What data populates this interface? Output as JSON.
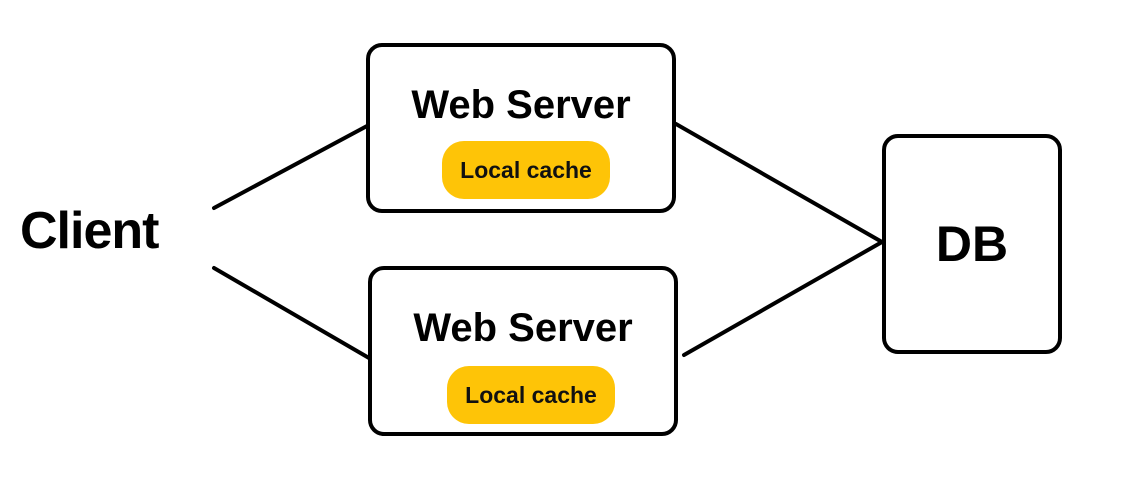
{
  "client": {
    "label": "Client"
  },
  "servers": [
    {
      "title": "Web Server",
      "cache_label": "Local cache"
    },
    {
      "title": "Web Server",
      "cache_label": "Local cache"
    }
  ],
  "db": {
    "label": "DB"
  },
  "colors": {
    "cache_fill": "#fec407",
    "stroke": "#000000",
    "background": "#ffffff"
  }
}
